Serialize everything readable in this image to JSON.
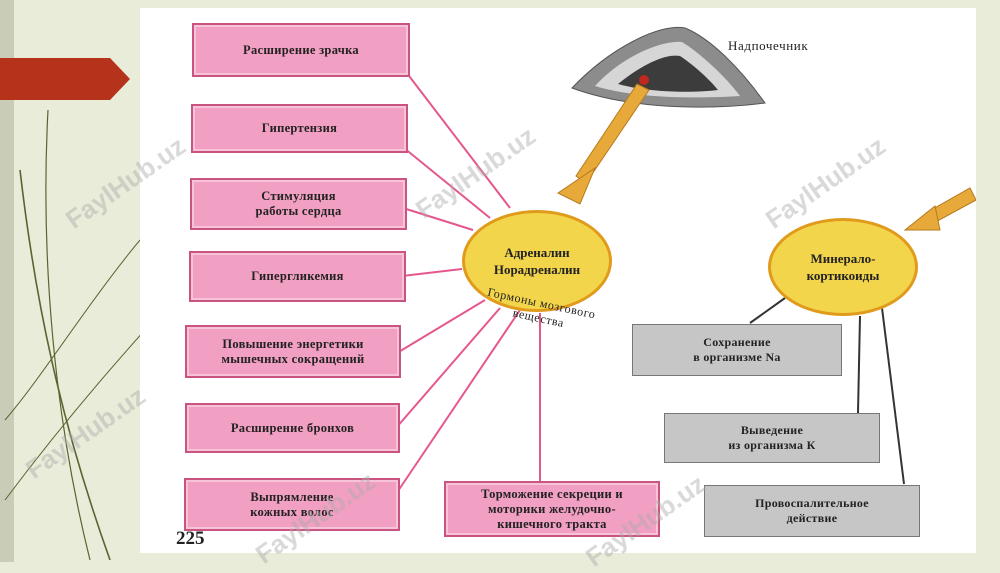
{
  "effects": [
    {
      "id": "pupil",
      "text": "Расширение зрачка"
    },
    {
      "id": "hypertension",
      "text": "Гипертензия"
    },
    {
      "id": "heart",
      "text": "Стимуляция\nработы сердца"
    },
    {
      "id": "hyperglycemia",
      "text": "Гипергликемия"
    },
    {
      "id": "muscle",
      "text": "Повышение энергетики\nмышечных сокращений"
    },
    {
      "id": "bronchi",
      "text": "Расширение бронхов"
    },
    {
      "id": "hair",
      "text": "Выпрямление\nкожных волос"
    }
  ],
  "bottom_effect": "Торможение секреции и\nмоторики желудочно-\nкишечного тракта",
  "adrenaline_circle": "Адреналин\nНорадреналин",
  "medulla_label": "Гормоны мозгового\nвещества",
  "mineralo_circle": "Минерало-\nкортикоиды",
  "mineralo_effects": [
    {
      "id": "sodium",
      "text": "Сохранение\nв организме Na"
    },
    {
      "id": "potassium",
      "text": "Выведение\nиз организма К"
    },
    {
      "id": "inflammation",
      "text": "Провоспалительное\nдействие"
    }
  ],
  "adrenal_label": "Надпочечник",
  "page_number": "225",
  "watermark": "FaylHub.uz",
  "colors": {
    "pink": "#f19fc2",
    "yellow": "#f3d54b",
    "arrow": "#e7a93a",
    "gray": "#c6c6c6",
    "tab": "#b5321b"
  }
}
